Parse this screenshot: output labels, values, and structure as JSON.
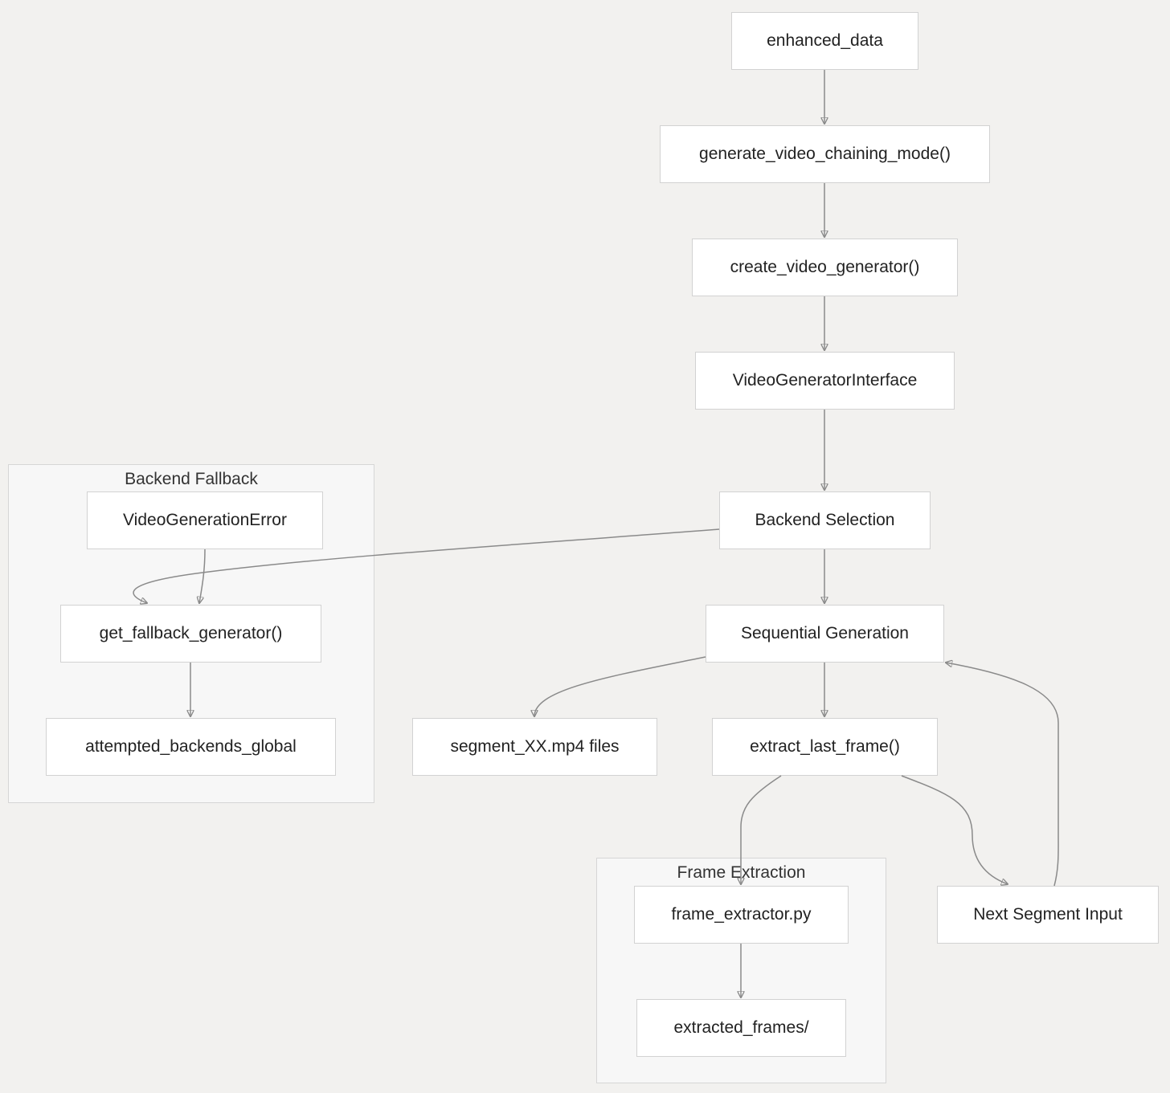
{
  "clusters": {
    "backend_fallback": "Backend Fallback",
    "frame_extraction": "Frame Extraction"
  },
  "nodes": {
    "enhanced_data": "enhanced_data",
    "generate_video_chaining_mode": "generate_video_chaining_mode()",
    "create_video_generator": "create_video_generator()",
    "video_generator_interface": "VideoGeneratorInterface",
    "backend_selection": "Backend Selection",
    "sequential_generation": "Sequential Generation",
    "segment_files": "segment_XX.mp4 files",
    "extract_last_frame": "extract_last_frame()",
    "next_segment_input": "Next Segment Input",
    "video_generation_error": "VideoGenerationError",
    "get_fallback_generator": "get_fallback_generator()",
    "attempted_backends_global": "attempted_backends_global",
    "frame_extractor": "frame_extractor.py",
    "extracted_frames": "extracted_frames/"
  },
  "edges": [
    {
      "from": "enhanced_data",
      "to": "generate_video_chaining_mode"
    },
    {
      "from": "generate_video_chaining_mode",
      "to": "create_video_generator"
    },
    {
      "from": "create_video_generator",
      "to": "video_generator_interface"
    },
    {
      "from": "video_generator_interface",
      "to": "backend_selection"
    },
    {
      "from": "backend_selection",
      "to": "sequential_generation"
    },
    {
      "from": "backend_selection",
      "to": "get_fallback_generator"
    },
    {
      "from": "video_generation_error",
      "to": "get_fallback_generator"
    },
    {
      "from": "get_fallback_generator",
      "to": "attempted_backends_global"
    },
    {
      "from": "sequential_generation",
      "to": "segment_files"
    },
    {
      "from": "sequential_generation",
      "to": "extract_last_frame"
    },
    {
      "from": "extract_last_frame",
      "to": "frame_extractor"
    },
    {
      "from": "extract_last_frame",
      "to": "next_segment_input"
    },
    {
      "from": "next_segment_input",
      "to": "sequential_generation"
    },
    {
      "from": "frame_extractor",
      "to": "extracted_frames"
    }
  ],
  "colors": {
    "background": "#f2f1ef",
    "node_fill": "#ffffff",
    "node_border": "#d2d2d2",
    "cluster_fill": "#f7f7f7",
    "edge": "#8a8a8a",
    "text": "#222222"
  }
}
